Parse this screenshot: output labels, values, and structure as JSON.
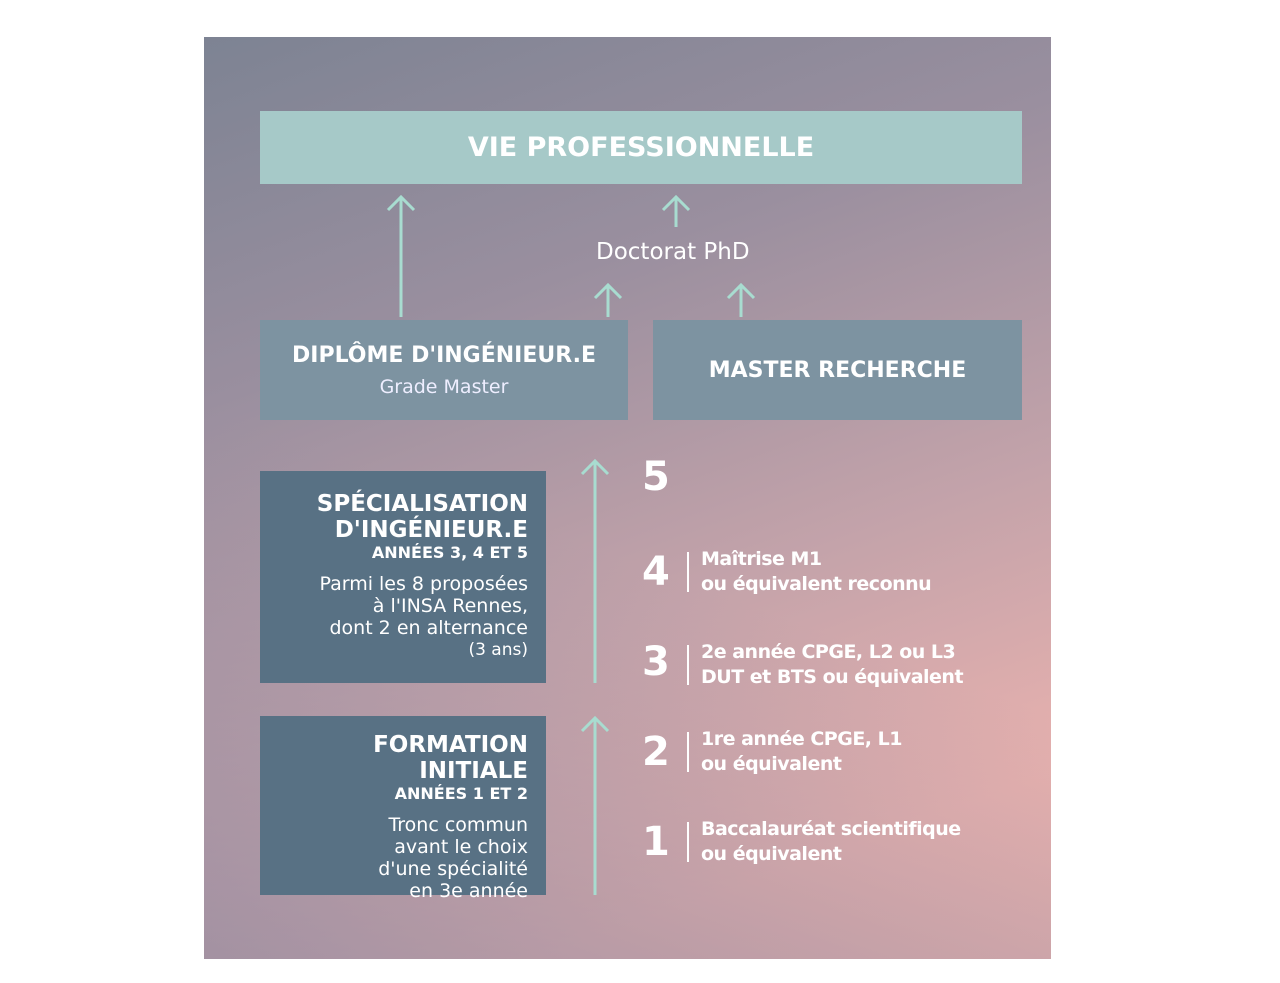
{
  "top": {
    "label": "VIE PROFESSIONNELLE"
  },
  "doctorat": {
    "label": "Doctorat PhD"
  },
  "diplome": {
    "title": "DIPLÔME D'INGÉNIEUR.E",
    "subtitle": "Grade Master"
  },
  "master": {
    "title": "MASTER RECHERCHE"
  },
  "specialisation": {
    "title_line1": "SPÉCIALISATION",
    "title_line2": "D'INGÉNIEUR.E",
    "years": "ANNÉES 3, 4 ET 5",
    "desc": [
      "Parmi les 8 proposées",
      "à l'INSA Rennes,",
      "dont 2 en alternance",
      "(3 ans)"
    ]
  },
  "formation": {
    "title": "FORMATION INITIALE",
    "years": "ANNÉES 1 ET 2",
    "desc": [
      "Tronc commun",
      "avant le choix",
      "d'une spécialité",
      "en 3e année"
    ]
  },
  "levels": [
    {
      "num": "5"
    },
    {
      "num": "4",
      "line1": "Maîtrise M1",
      "line2": "ou équivalent reconnu"
    },
    {
      "num": "3",
      "line1": "2e année CPGE, L2 ou L3",
      "line2": "DUT et BTS ou équivalent"
    },
    {
      "num": "2",
      "line1": "1re année CPGE, L1",
      "line2": "ou équivalent"
    },
    {
      "num": "1",
      "line1": "Baccalauréat scientifique",
      "line2": "ou équivalent"
    }
  ],
  "colors": {
    "banner": "#a6c9c8",
    "mid_box": "#7d93a1",
    "dark_box": "#587184",
    "arrow": "#a8dcd0"
  }
}
